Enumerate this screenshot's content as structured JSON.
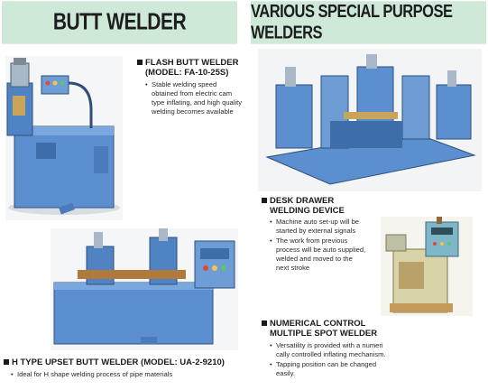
{
  "banners": {
    "left": "BUTT WELDER",
    "right": "VARIOUS SPECIAL PURPOSE WELDERS"
  },
  "products": {
    "flash": {
      "title_line1": "FLASH BUTT WELDER",
      "title_line2": "(MODEL: FA-10-25S)",
      "features": [
        "Stable welding speed",
        "obtained from electric cam",
        "type inflating, and high quality",
        "welding becomes available"
      ]
    },
    "desk": {
      "title_line1": "DESK DRAWER",
      "title_line2": "WELDING DEVICE",
      "features": [
        "Machine auto set-up will be",
        "started by external signals",
        "The work from previous",
        "process will be auto supplied,",
        "welded and moved to the",
        "next stroke"
      ]
    },
    "htype": {
      "title": "H TYPE UPSET BUTT WELDER (MODEL: UA-2-9210)",
      "features": [
        "Ideal for H shape welding process of pipe materials"
      ]
    },
    "nc": {
      "title_line1": "NUMERICAL CONTROL",
      "title_line2": "MULTIPLE SPOT WELDER",
      "features": [
        "Versatility is provided with a numeri",
        "cally controlled inflating mechanism.",
        "Tapping position can be changed",
        "easily."
      ]
    }
  },
  "colors": {
    "banner_bg": "#cfe9d9",
    "machine_blue": "#5b8fd0",
    "machine_dark": "#2f4f7a"
  }
}
